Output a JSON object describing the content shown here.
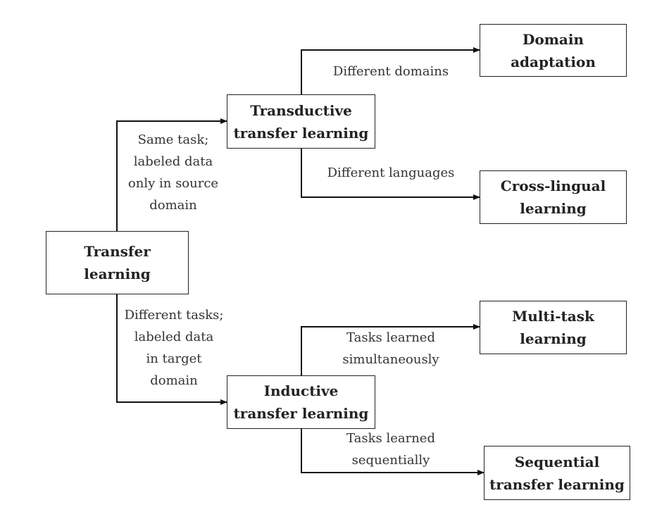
{
  "nodes": {
    "root": [
      "Transfer",
      "learning"
    ],
    "transductive": [
      "Transductive",
      "transfer learning"
    ],
    "inductive": [
      "Inductive",
      "transfer learning"
    ],
    "domain_adaptation": [
      "Domain",
      "adaptation"
    ],
    "cross_lingual": [
      "Cross-lingual",
      "learning"
    ],
    "multi_task": [
      "Multi-task",
      "learning"
    ],
    "sequential": [
      "Sequential",
      "transfer learning"
    ]
  },
  "edge_labels": {
    "to_transductive": [
      "Same task;",
      "labeled data",
      "only in source",
      "domain"
    ],
    "to_inductive": [
      "Different tasks;",
      "labeled data",
      "in target",
      "domain"
    ],
    "to_domain_adaptation": [
      "Different domains"
    ],
    "to_cross_lingual": [
      "Different languages"
    ],
    "to_multi_task": [
      "Tasks learned",
      "simultaneously"
    ],
    "to_sequential": [
      "Tasks learned",
      "sequentially"
    ]
  }
}
